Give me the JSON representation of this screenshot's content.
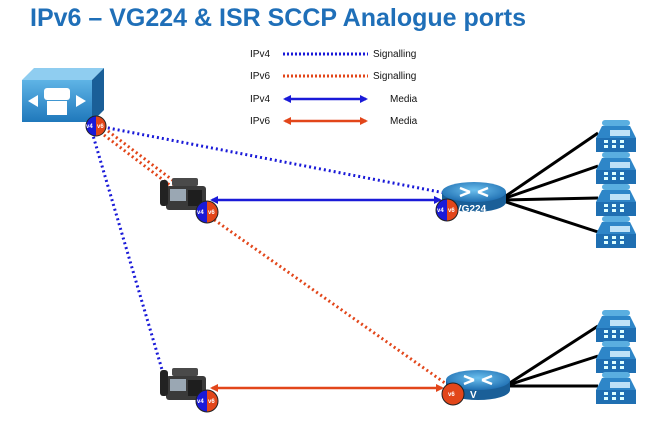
{
  "title": "IPv6 – VG224 & ISR SCCP Analogue ports",
  "legend": [
    {
      "proto": "IPv4",
      "type": "Signalling",
      "color": "#1a1ad8"
    },
    {
      "proto": "IPv6",
      "type": "Signalling",
      "color": "#e2461a"
    },
    {
      "proto": "IPv4",
      "type": "Media",
      "color": "#1a1ad8"
    },
    {
      "proto": "IPv6",
      "type": "Media",
      "color": "#e2461a"
    }
  ],
  "badges": {
    "v4": "v4",
    "v6": "v6"
  },
  "routers": {
    "vg224": "VG224",
    "isr": "V"
  },
  "icons": {
    "call_manager": "call-manager-icon",
    "ip_phone": "ip-phone-icon",
    "router": "voice-gateway-router-icon",
    "analog_phone": "analog-phone-icon"
  },
  "colors": {
    "title": "#1f6fb8",
    "ipv4": "#1a1ad8",
    "ipv6": "#e2461a",
    "device": "#2e86c8"
  }
}
